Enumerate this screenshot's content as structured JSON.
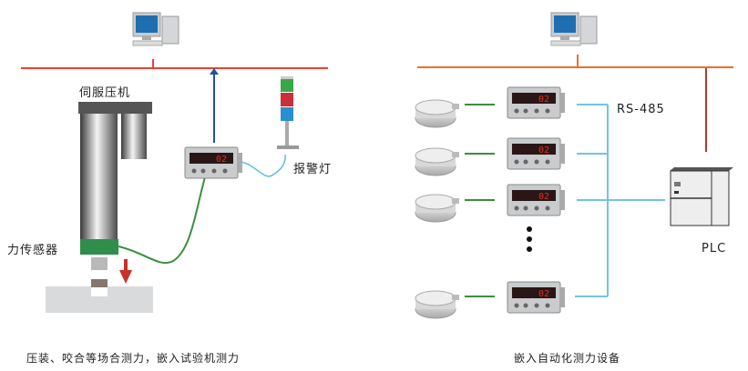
{
  "left": {
    "press_label": "伺服压机",
    "sensor_label": "力传感器",
    "alarm_label": "报警灯",
    "caption": "压装、咬合等场合测力，嵌入试验机测力",
    "display_value": "02"
  },
  "right": {
    "bus_label": "RS-485",
    "plc_label": "PLC",
    "caption": "嵌入自动化测力设备",
    "display_value": "02"
  },
  "colors": {
    "left_bus": "#e8432f",
    "right_bus": "#ea6f2a",
    "plc_link": "#b03a30",
    "signal_arrow": "#1f4fa8",
    "sensor_cable": "#3a8f3e",
    "rs485": "#6ec6e4",
    "force_arrow": "#c8302a",
    "sensor_green": "#2f8e4a"
  }
}
